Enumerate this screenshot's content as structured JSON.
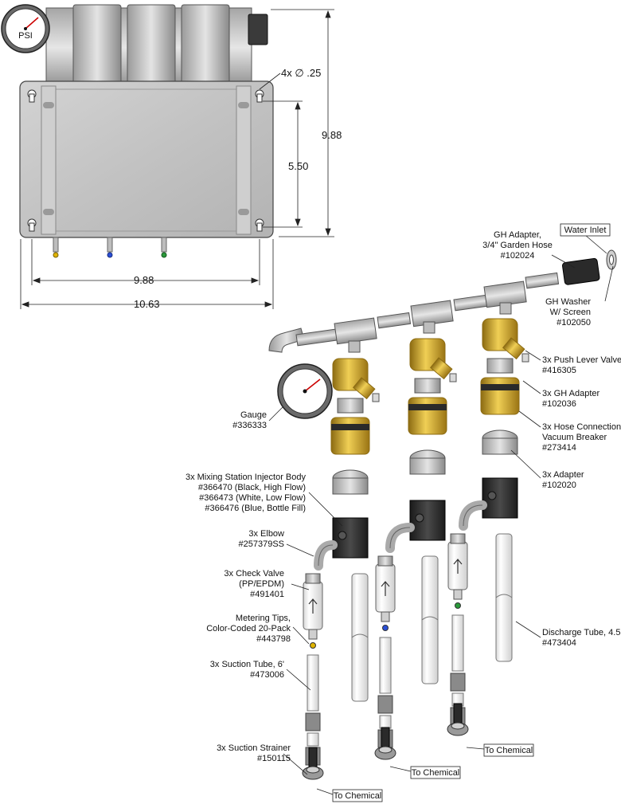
{
  "dimensions": {
    "hole_callout": "4x ∅ .25",
    "height_total": "9.88",
    "height_inner": "5.50",
    "width_inner": "9.88",
    "width_total": "10.63"
  },
  "gauge_face_text": "PSI",
  "labels": {
    "gh_adapter": [
      "GH Adapter,",
      "3/4\" Garden Hose",
      "#102024"
    ],
    "water_inlet": "Water Inlet",
    "gh_washer": [
      "GH Washer",
      "W/ Screen",
      "#102050"
    ],
    "push_lever_valve": [
      "3x Push Lever Valve",
      "#416305"
    ],
    "gh_adapter_2": [
      "3x GH Adapter",
      "#102036"
    ],
    "vacuum_breaker": [
      "3x Hose Connection",
      "Vacuum Breaker",
      "#273414"
    ],
    "adapter": [
      "3x Adapter",
      "#102020"
    ],
    "gauge": [
      "Gauge",
      "#336333"
    ],
    "injector_body": [
      "3x Mixing Station Injector Body",
      "#366470 (Black, High Flow)",
      "#366473 (White, Low Flow)",
      "#366476 (Blue, Bottle Fill)"
    ],
    "elbow": [
      "3x Elbow",
      "#257379SS"
    ],
    "check_valve": [
      "3x Check Valve",
      "(PP/EPDM)",
      "#491401"
    ],
    "metering_tips": [
      "Metering Tips,",
      "Color-Coded 20-Pack",
      "#443798"
    ],
    "suction_tube": [
      "3x Suction Tube, 6'",
      "#473006"
    ],
    "discharge_tube": [
      "Discharge Tube, 4.5'",
      "#473404"
    ],
    "suction_strainer": [
      "3x Suction Strainer",
      "#150115"
    ],
    "to_chemical_1": "To Chemical",
    "to_chemical_2": "To Chemical",
    "to_chemical_3": "To Chemical"
  },
  "colors": {
    "steel": "#c9c9c9",
    "steel_dark": "#8f8f8f",
    "brass": "#c9a227",
    "brass_dark": "#8c6b12",
    "black_body": "#2b2b2b",
    "tip_yellow": "#e0b400",
    "tip_blue": "#2a4fd6",
    "tip_green": "#2a9a3a"
  }
}
